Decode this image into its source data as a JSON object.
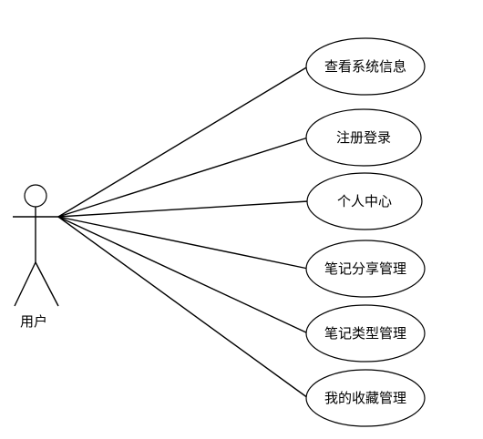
{
  "actor": {
    "name": "用户"
  },
  "use_cases": [
    {
      "label": "查看系统信息"
    },
    {
      "label": "注册登录"
    },
    {
      "label": "个人中心"
    },
    {
      "label": "笔记分享管理"
    },
    {
      "label": "笔记类型管理"
    },
    {
      "label": "我的收藏管理"
    }
  ]
}
